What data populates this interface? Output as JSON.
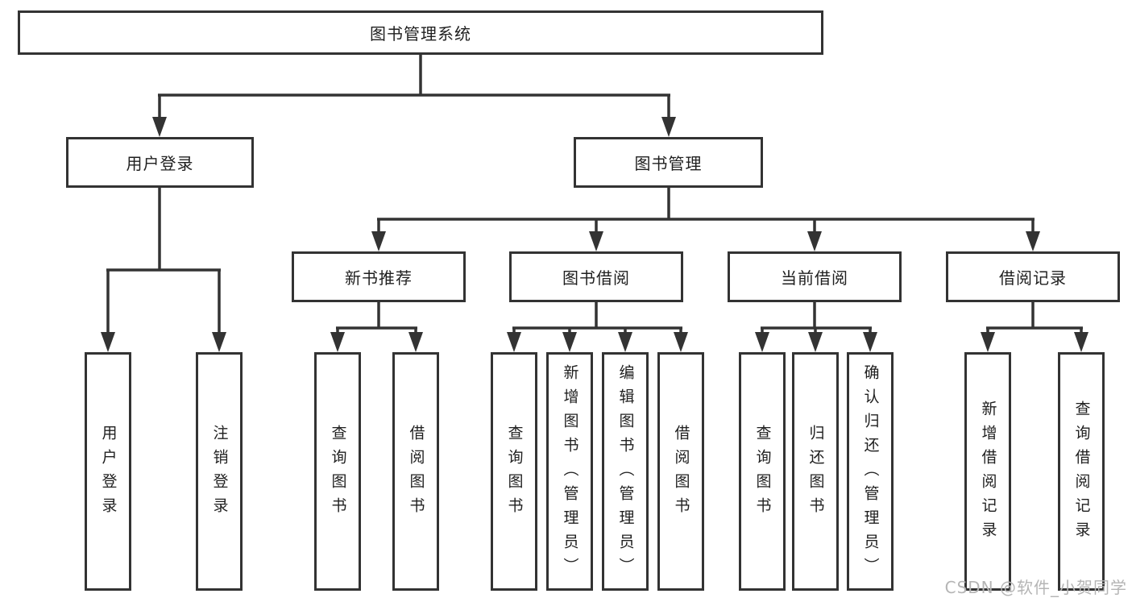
{
  "diagram": {
    "root": "图书管理系统",
    "level2": [
      {
        "label": "用户登录",
        "children": [
          "用户登录",
          "注销登录"
        ]
      },
      {
        "label": "图书管理",
        "children": [
          {
            "label": "新书推荐",
            "children": [
              "查询图书",
              "借阅图书"
            ]
          },
          {
            "label": "图书借阅",
            "children": [
              "查询图书",
              "新增图书（管理员）",
              "编辑图书（管理员）",
              "借阅图书"
            ]
          },
          {
            "label": "当前借阅",
            "children": [
              "查询图书",
              "归还图书",
              "确认归还（管理员）"
            ]
          },
          {
            "label": "借阅记录",
            "children": [
              "新增借阅记录",
              "查询借阅记录"
            ]
          }
        ]
      }
    ]
  },
  "watermark": "CSDN @软件_小贺同学",
  "colors": {
    "line": "#333333",
    "text": "#1f1f1f",
    "watermark": "#b5b5b5",
    "background": "#ffffff"
  }
}
